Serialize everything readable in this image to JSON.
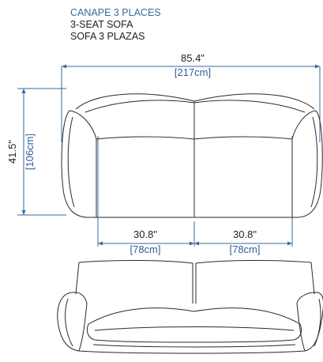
{
  "titles": {
    "fr": "CANAPE 3 PLACES",
    "en": "3-SEAT SOFA",
    "es": "SOFA 3 PLAZAS"
  },
  "dimensions": {
    "overall_width": {
      "in": "85.4\"",
      "cm": "[217cm]"
    },
    "depth": {
      "in": "41.5\"",
      "cm": "[106cm]"
    },
    "seat_left": {
      "in": "30.8\"",
      "cm": "[78cm]"
    },
    "seat_right": {
      "in": "30.8\"",
      "cm": "[78cm]"
    }
  },
  "colors": {
    "dimension_line": "#3a6a9a",
    "outline": "#2a2a2a",
    "metric_text": "#2f5f97"
  }
}
